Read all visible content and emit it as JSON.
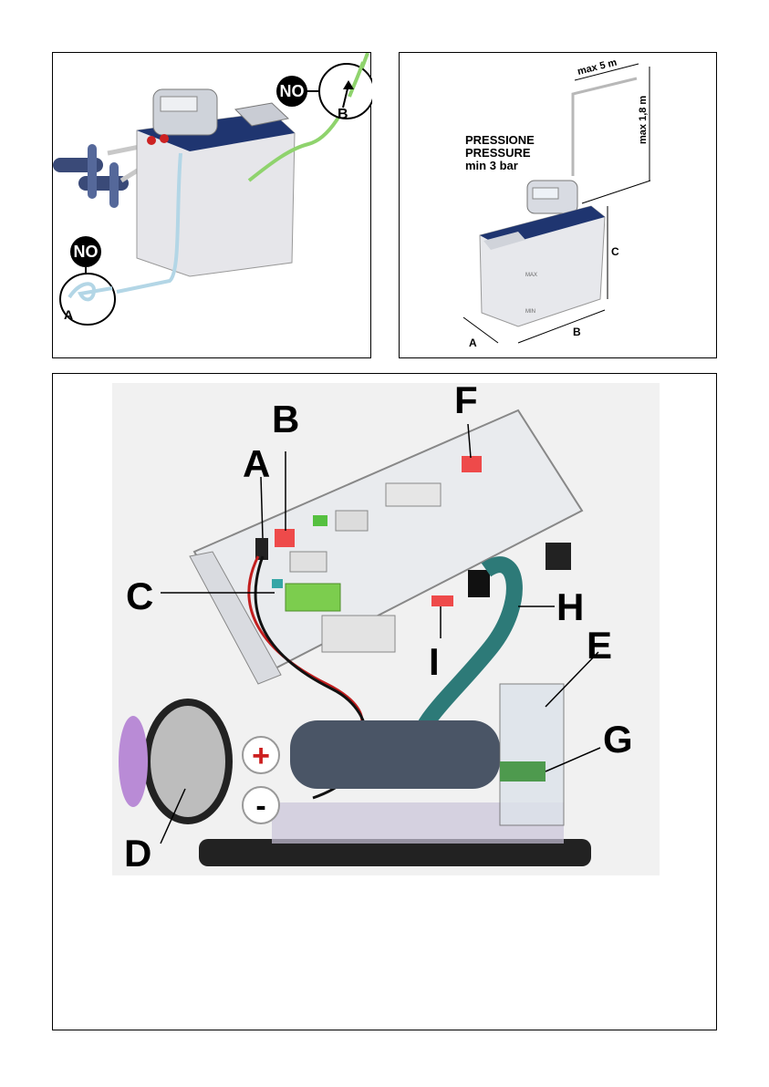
{
  "panel1": {
    "no_label_top": "NO",
    "no_label_bottom": "NO",
    "callout_b": "B",
    "callout_a": "A"
  },
  "panel2": {
    "pressure_it": "PRESSIONE",
    "pressure_en": "PRESSURE",
    "pressure_min": "min 3 bar",
    "max_length": "max 5 m",
    "max_height": "max 1,8 m",
    "dim_a": "A",
    "dim_b": "B",
    "dim_c": "C",
    "tank_max": "MAX",
    "tank_min": "MIN"
  },
  "panel3": {
    "labels": {
      "a": "A",
      "b": "B",
      "c": "C",
      "d": "D",
      "e": "E",
      "f": "F",
      "g": "G",
      "h": "H",
      "i": "I"
    },
    "plus": "+",
    "minus": "-"
  }
}
